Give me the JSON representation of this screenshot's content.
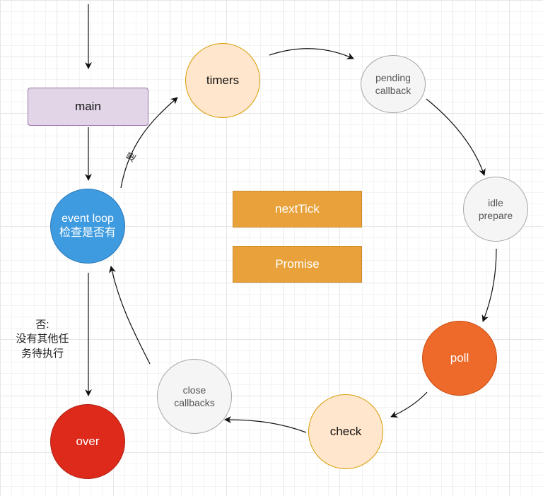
{
  "nodes": {
    "main": "main",
    "event_loop": "event loop\n检查是否有",
    "over": "over",
    "timers": "timers",
    "pending_callback": "pending\ncallback",
    "idle_prepare": "idle\nprepare",
    "poll": "poll",
    "check": "check",
    "close_callbacks": "close\ncallbacks",
    "next_tick": "nextTick",
    "promise": "Promise"
  },
  "edge_labels": {
    "yes": "是",
    "no": "否:\n没有其他任\n务待执行"
  },
  "colors": {
    "main_fill": "#e1d5e7",
    "main_stroke": "#9673a6",
    "event_loop_fill": "#3f9be0",
    "event_loop_stroke": "#2a78b8",
    "over_fill": "#dd2a1b",
    "over_stroke": "#b01f12",
    "timers_fill": "#ffe6cc",
    "timers_stroke": "#d79b00",
    "gray_fill": "#f5f5f5",
    "gray_stroke": "#a6a6a6",
    "poll_fill": "#ee6a2a",
    "poll_stroke": "#c94e12",
    "orange_box_fill": "#e9a23b",
    "orange_box_stroke": "#c98a2a",
    "edge": "#111111"
  }
}
